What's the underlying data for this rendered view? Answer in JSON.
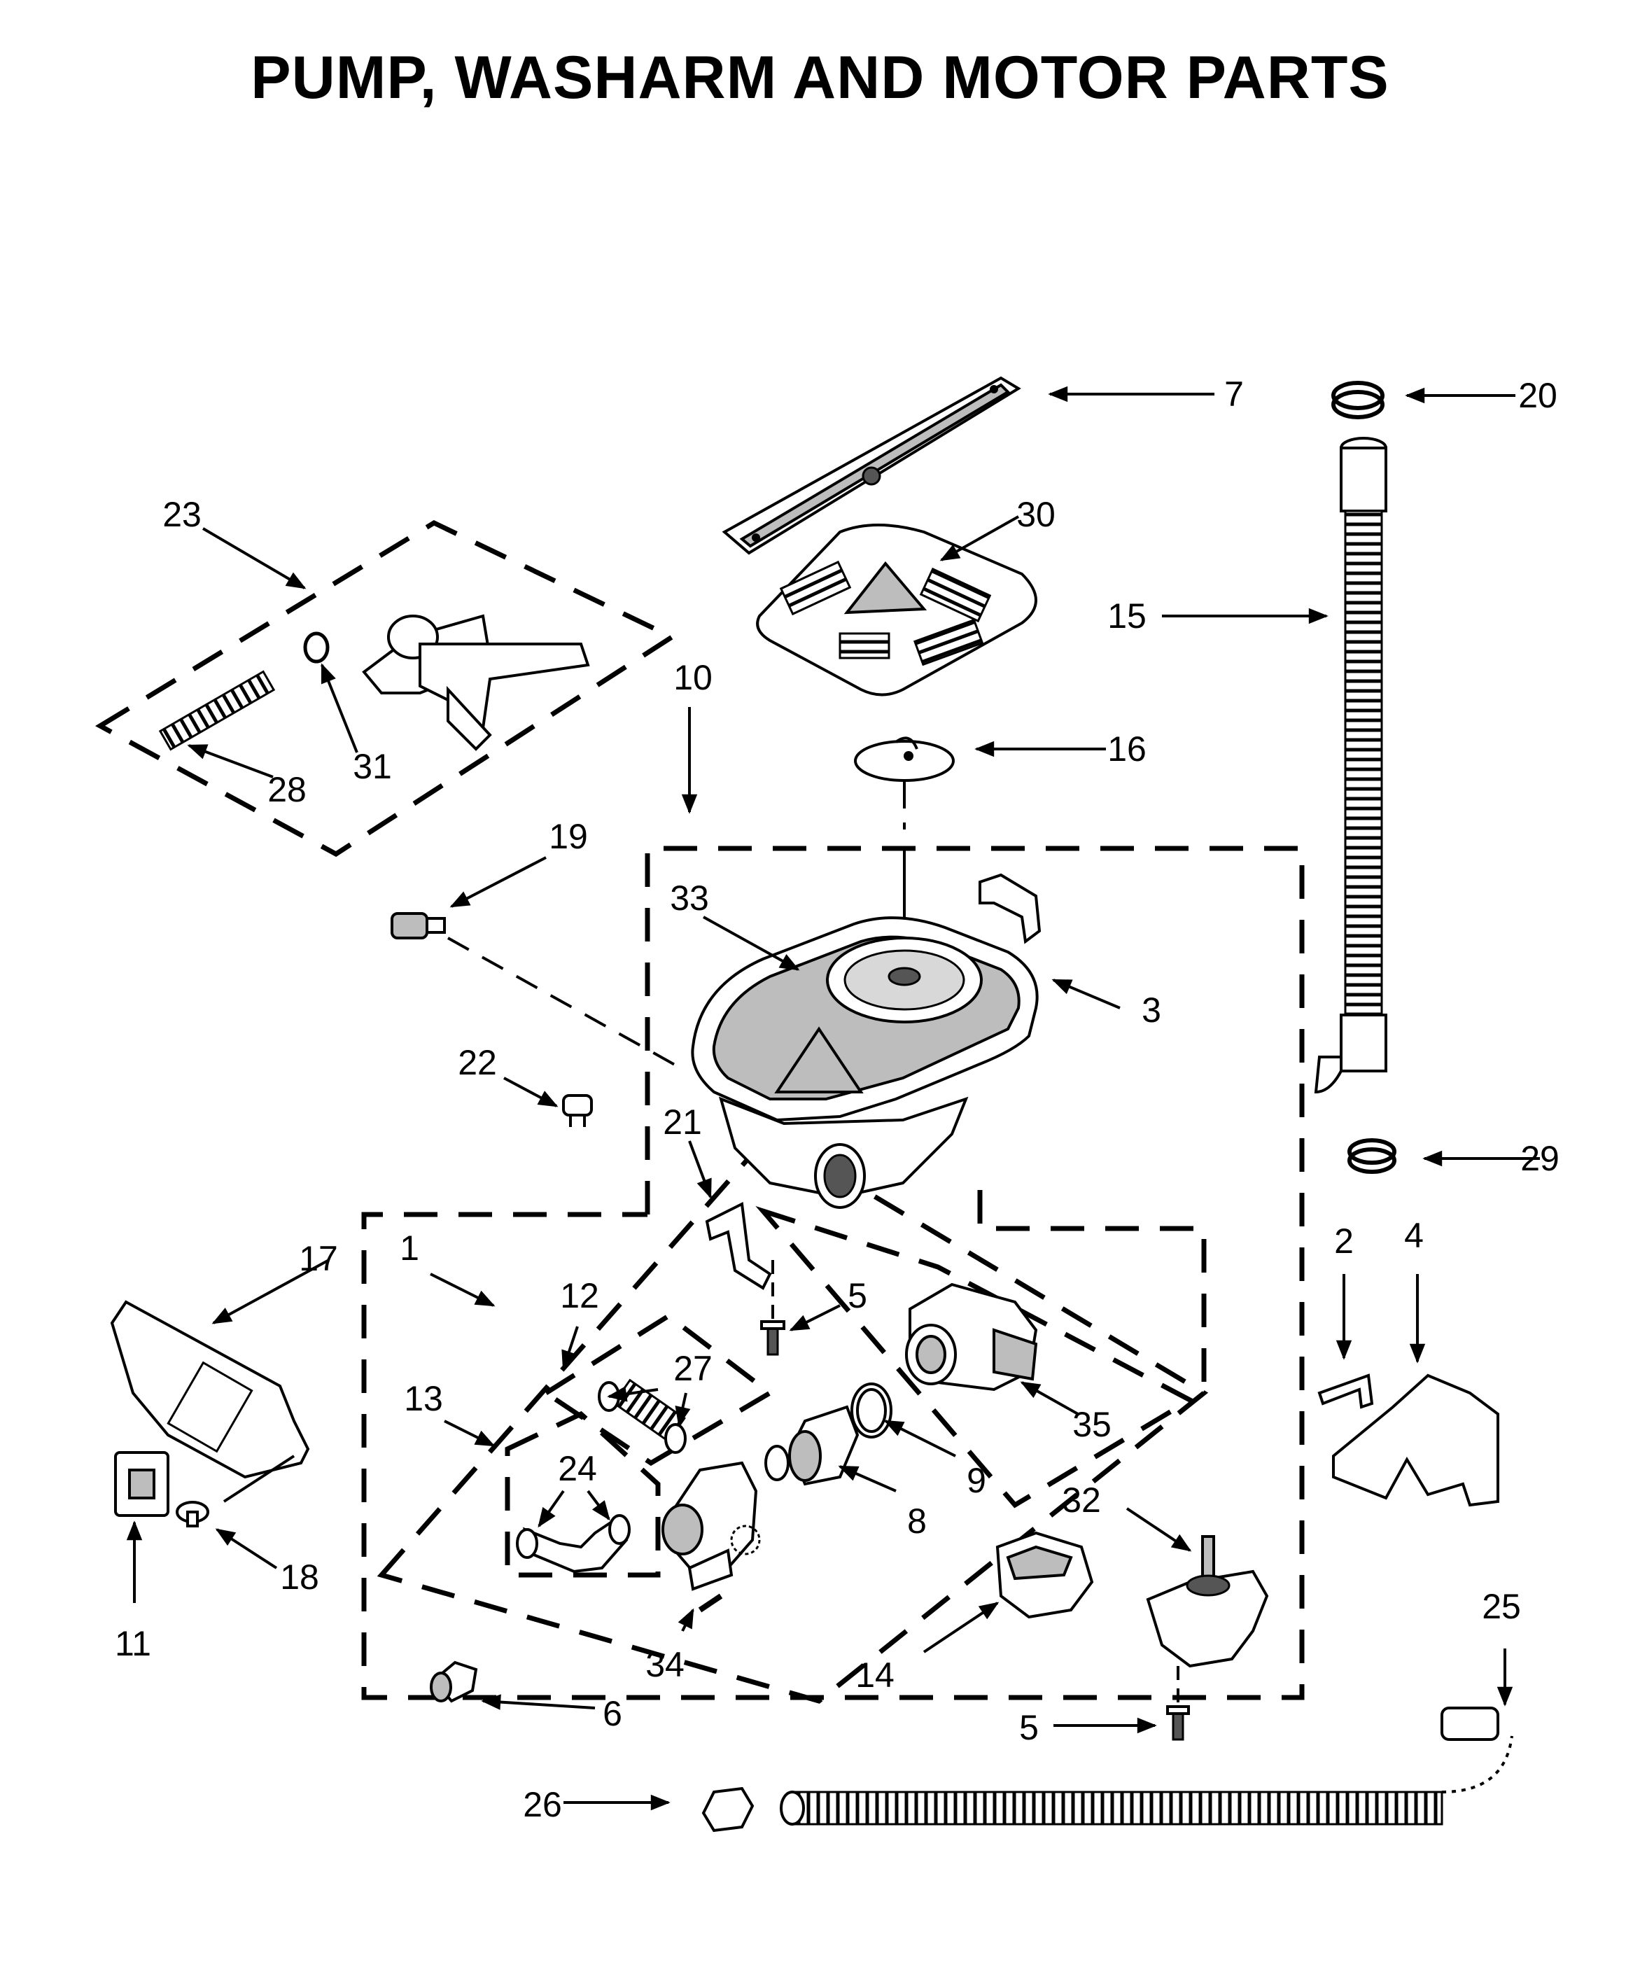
{
  "title": "PUMP, WASHARM AND MOTOR PARTS",
  "callouts": {
    "c1": "1",
    "c2": "2",
    "c3": "3",
    "c4": "4",
    "c5a": "5",
    "c5b": "5",
    "c6": "6",
    "c7": "7",
    "c8": "8",
    "c9": "9",
    "c10": "10",
    "c11": "11",
    "c12": "12",
    "c13": "13",
    "c14": "14",
    "c15": "15",
    "c16": "16",
    "c17": "17",
    "c18": "18",
    "c19": "19",
    "c20": "20",
    "c21": "21",
    "c22": "22",
    "c23": "23",
    "c24": "24",
    "c25": "25",
    "c26": "26",
    "c27": "27",
    "c28": "28",
    "c29": "29",
    "c30": "30",
    "c31": "31",
    "c32": "32",
    "c33": "33",
    "c34": "34",
    "c35": "35"
  }
}
